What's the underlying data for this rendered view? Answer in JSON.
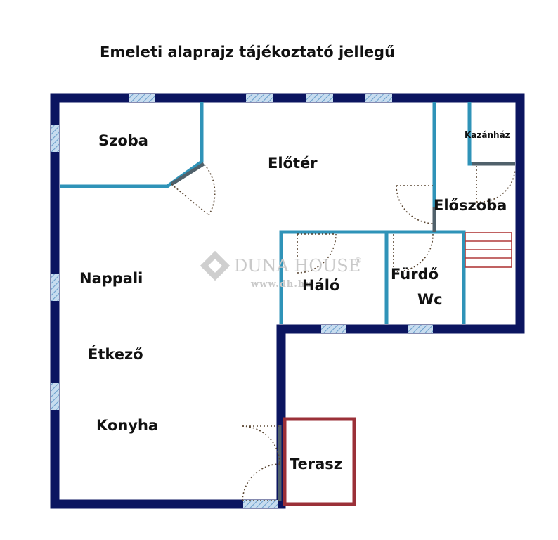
{
  "title": "Emeleti alaprajz tájékoztató jellegű",
  "rooms": {
    "szoba": "Szoba",
    "eloter": "Előtér",
    "kazanhaz": "Kazánház",
    "eloszoba": "Előszoba",
    "nappali": "Nappali",
    "halo": "Háló",
    "furdo": "Fürdő",
    "wc": "Wc",
    "etkezo": "Étkező",
    "konyha": "Konyha",
    "terasz": "Terasz"
  },
  "watermark": {
    "brand": "DUNA HOUSE",
    "registered": "®",
    "url": "www.dh.hu"
  },
  "colors": {
    "outer_wall": "#0b1560",
    "inner_wall": "#2f93b8",
    "terrace": "#9b3038",
    "stairs": "#b03a3a",
    "window": "#9fc3e0",
    "door_swing": "#5a4632"
  }
}
